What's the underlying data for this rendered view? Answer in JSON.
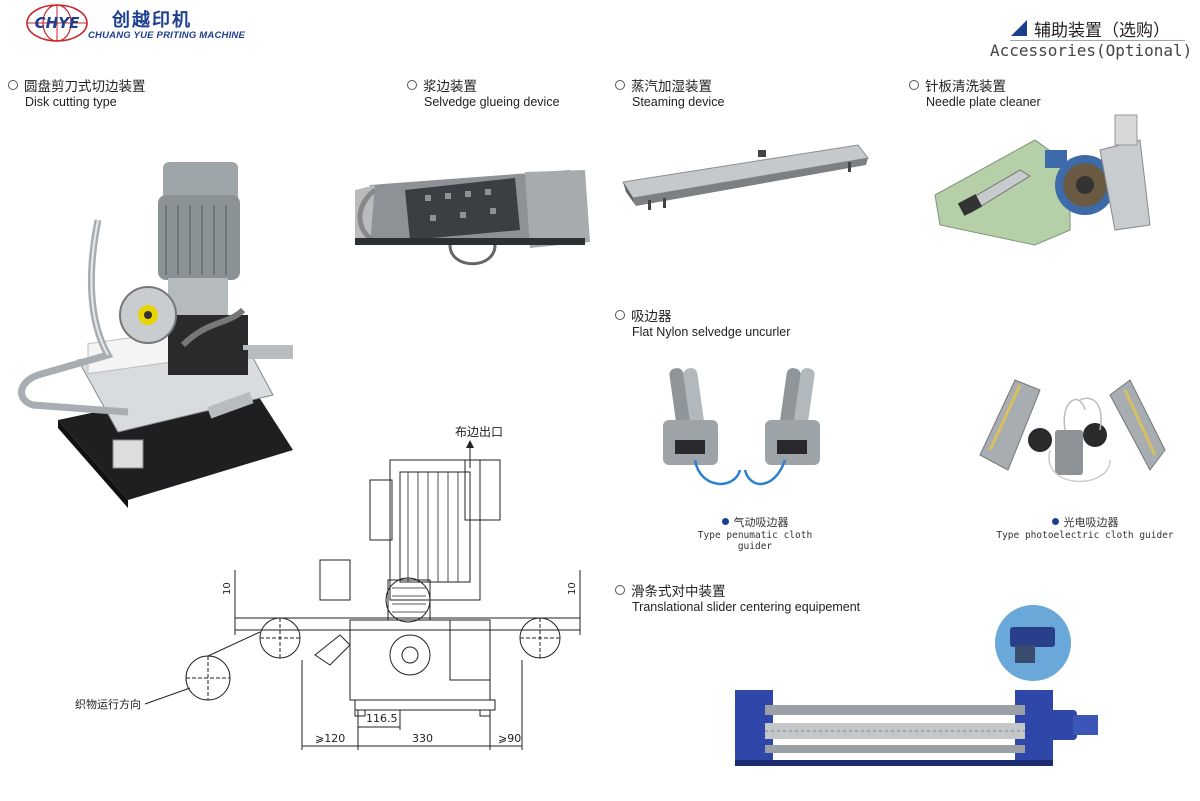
{
  "brand": {
    "logo_letters": "CHYE",
    "name_cn": "创越印机",
    "name_en": "CHUANG YUE PRITING MACHINE"
  },
  "header": {
    "title_cn": "辅助装置（选购）",
    "title_en": "Accessories(Optional)"
  },
  "sections": {
    "disk": {
      "cn": "圆盘剪刀式切边装置",
      "en": "Disk cutting type"
    },
    "glue": {
      "cn": "浆边装置",
      "en": "Selvedge glueing device"
    },
    "steam": {
      "cn": "蒸汽加湿装置",
      "en": "Steaming device"
    },
    "needle": {
      "cn": "针板清洗装置",
      "en": "Needle plate cleaner"
    },
    "uncurler": {
      "cn": "吸边器",
      "en": "Flat Nylon selvedge uncurler"
    },
    "slider": {
      "cn": "滑条式对中装置",
      "en": "Translational slider centering equipement"
    }
  },
  "captions": {
    "pneumatic": {
      "cn": "气动吸边器",
      "en": "Type penumatic cloth guider"
    },
    "photo": {
      "cn": "光电吸边器",
      "en": "Type photoelectric cloth guider"
    }
  },
  "drawing": {
    "outlet_label": "布边出口",
    "direction_label": "织物运行方向",
    "dim_left": "10",
    "dim_right": "10",
    "dim_116": "116.5",
    "dim_120": "⩾120",
    "dim_330": "330",
    "dim_90": "⩾90"
  },
  "colors": {
    "brand_blue": "#1d3f8f",
    "logo_red": "#c8252b"
  }
}
